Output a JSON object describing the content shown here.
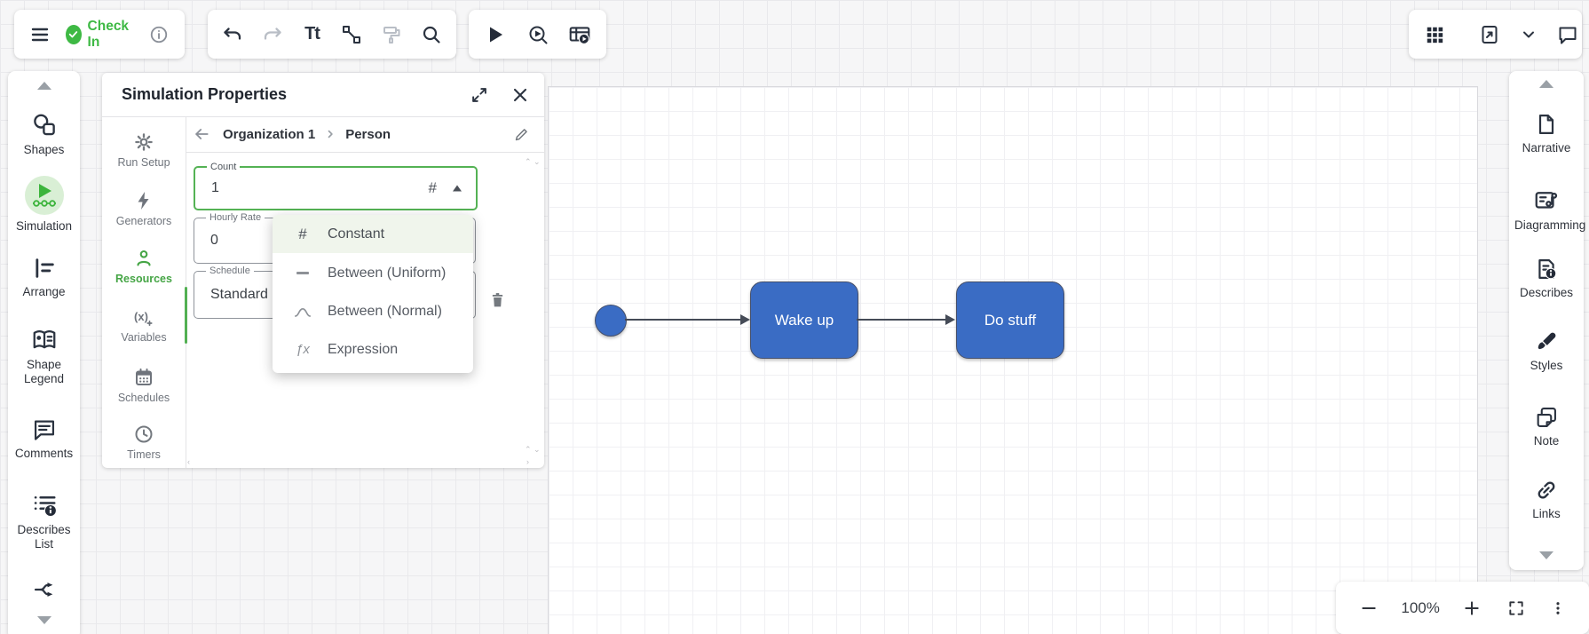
{
  "colors": {
    "accent_green": "#3eb944",
    "shape_blue": "#3a6cc4",
    "icon_dark": "#2b3340",
    "active_tab_green": "#45a545"
  },
  "top_left_toolbar": {
    "check_in_label": "Check In"
  },
  "edit_toolbar": {
    "text_icon_glyph": "Tt"
  },
  "left_sidebar": {
    "items": [
      {
        "label": "Shapes"
      },
      {
        "label": "Simulation",
        "active": true
      },
      {
        "label": "Arrange"
      },
      {
        "label": "Shape Legend"
      },
      {
        "label": "Comments"
      },
      {
        "label": "Describes List"
      }
    ]
  },
  "panel": {
    "title": "Simulation Properties",
    "tabs": [
      {
        "label": "Run Setup"
      },
      {
        "label": "Generators"
      },
      {
        "label": "Resources",
        "active": true
      },
      {
        "label": "Variables"
      },
      {
        "label": "Schedules"
      },
      {
        "label": "Timers"
      }
    ],
    "breadcrumb": {
      "parent": "Organization 1",
      "current": "Person"
    },
    "fields": {
      "count": {
        "label": "Count",
        "value": "1",
        "type_glyph": "#"
      },
      "hourly_rate": {
        "label": "Hourly Rate",
        "value": "0"
      },
      "schedule": {
        "label": "Schedule",
        "value": "Standard"
      }
    },
    "dropdown": {
      "items": [
        {
          "glyph": "#",
          "label": "Constant",
          "selected": true
        },
        {
          "glyph": "—",
          "label": "Between (Uniform)"
        },
        {
          "glyph": "curve",
          "label": "Between (Normal)"
        },
        {
          "glyph": "ƒx",
          "label": "Expression"
        }
      ]
    }
  },
  "canvas": {
    "nodes": [
      {
        "type": "start-circle",
        "label": ""
      },
      {
        "type": "process",
        "label": "Wake up"
      },
      {
        "type": "process",
        "label": "Do stuff"
      }
    ]
  },
  "right_sidebar": {
    "items": [
      {
        "label": "Narrative"
      },
      {
        "label": "Diagramming"
      },
      {
        "label": "Describes"
      },
      {
        "label": "Styles"
      },
      {
        "label": "Note"
      },
      {
        "label": "Links"
      }
    ]
  },
  "zoom_toolbar": {
    "zoom_level": "100%"
  }
}
